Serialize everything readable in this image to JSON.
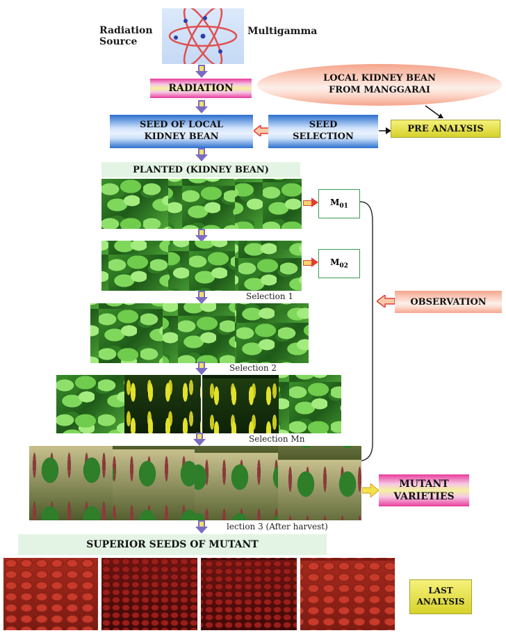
{
  "source": {
    "left_label": "Radiation\nSource",
    "right_label": "Multigamma"
  },
  "steps": {
    "radiation": "RADIATION",
    "local_bean": "LOCAL KIDNEY BEAN\nFROM MANGGARAI",
    "seed_local": "SEED OF LOCAL\nKIDNEY BEAN",
    "seed_selection": "SEED\nSELECTION",
    "pre_analysis": "PRE ANALYSIS",
    "planted": "PLANTED (KIDNEY BEAN)",
    "m01": "M01",
    "m02": "M02",
    "selection1": "Selection 1",
    "selection2": "Selection 2",
    "selection_mn": "Selection Mn",
    "observation": "OBSERVATION",
    "mutant": "MUTANT\nVARIETIES",
    "selection3": "lection 3 (After harvest)",
    "superior": "SUPERIOR SEEDS OF MUTANT",
    "last_analysis": "LAST\nANALYSIS"
  },
  "colors": {
    "pink": "#e83c9c",
    "blue": "#2b6fcf",
    "yellow": "#f5f17a",
    "salmon": "#f5a58c",
    "green_band": "#e4f4e4",
    "arrow_red": "#e33d33"
  }
}
